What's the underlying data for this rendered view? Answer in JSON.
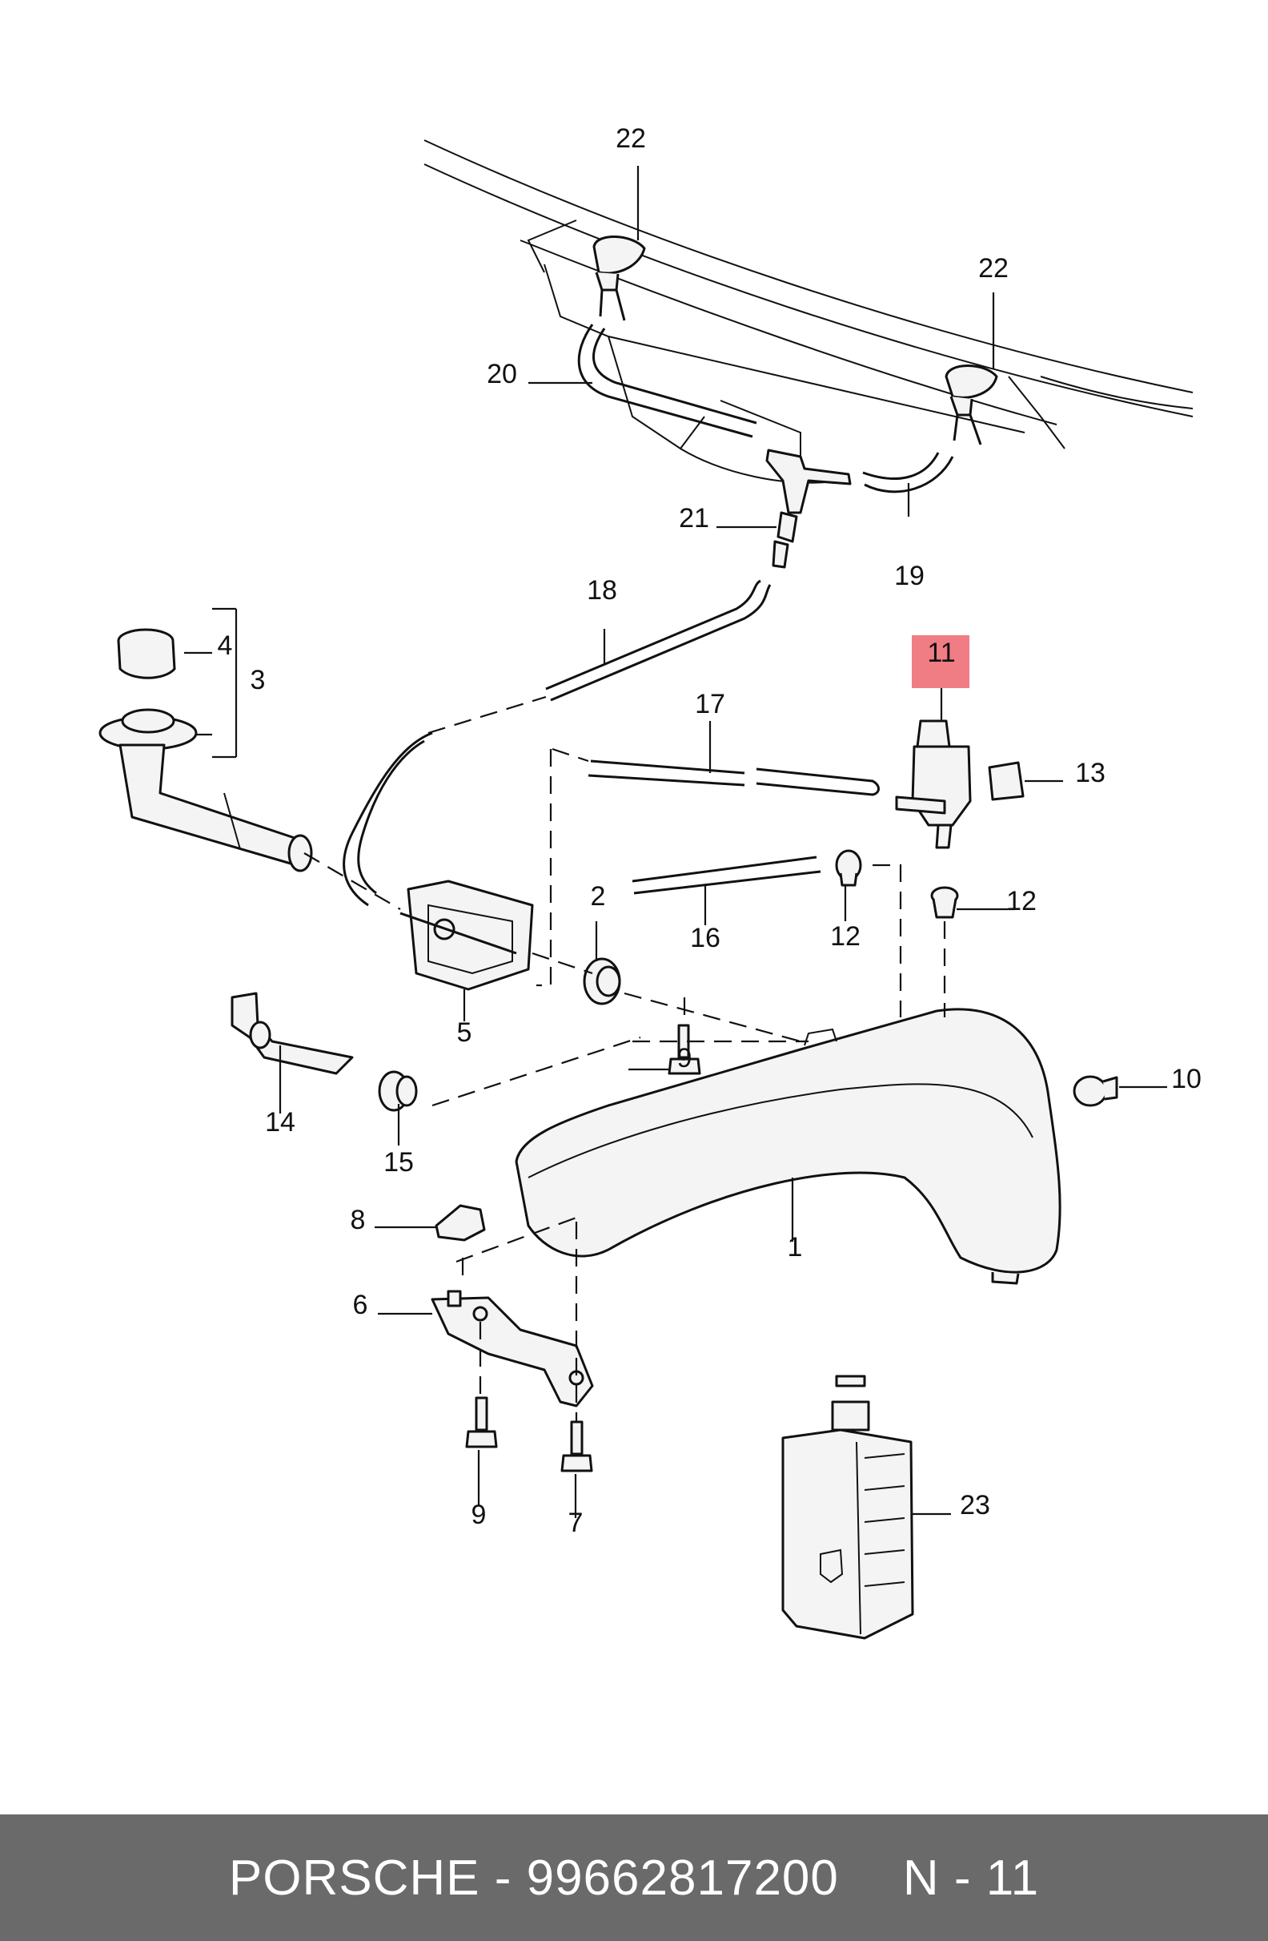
{
  "diagram": {
    "callouts": [
      "1",
      "2",
      "3",
      "4",
      "5",
      "6",
      "7",
      "8",
      "9",
      "9",
      "10",
      "11",
      "12",
      "12",
      "13",
      "14",
      "15",
      "16",
      "17",
      "18",
      "19",
      "20",
      "21",
      "22",
      "22",
      "23"
    ],
    "highlight": {
      "label": "11",
      "color": "#f07c84"
    }
  },
  "footer": {
    "brand": "PORSCHE",
    "separator": "-",
    "part_number": "99662817200",
    "ref": "N - 11",
    "background": "#6a6a6a"
  }
}
